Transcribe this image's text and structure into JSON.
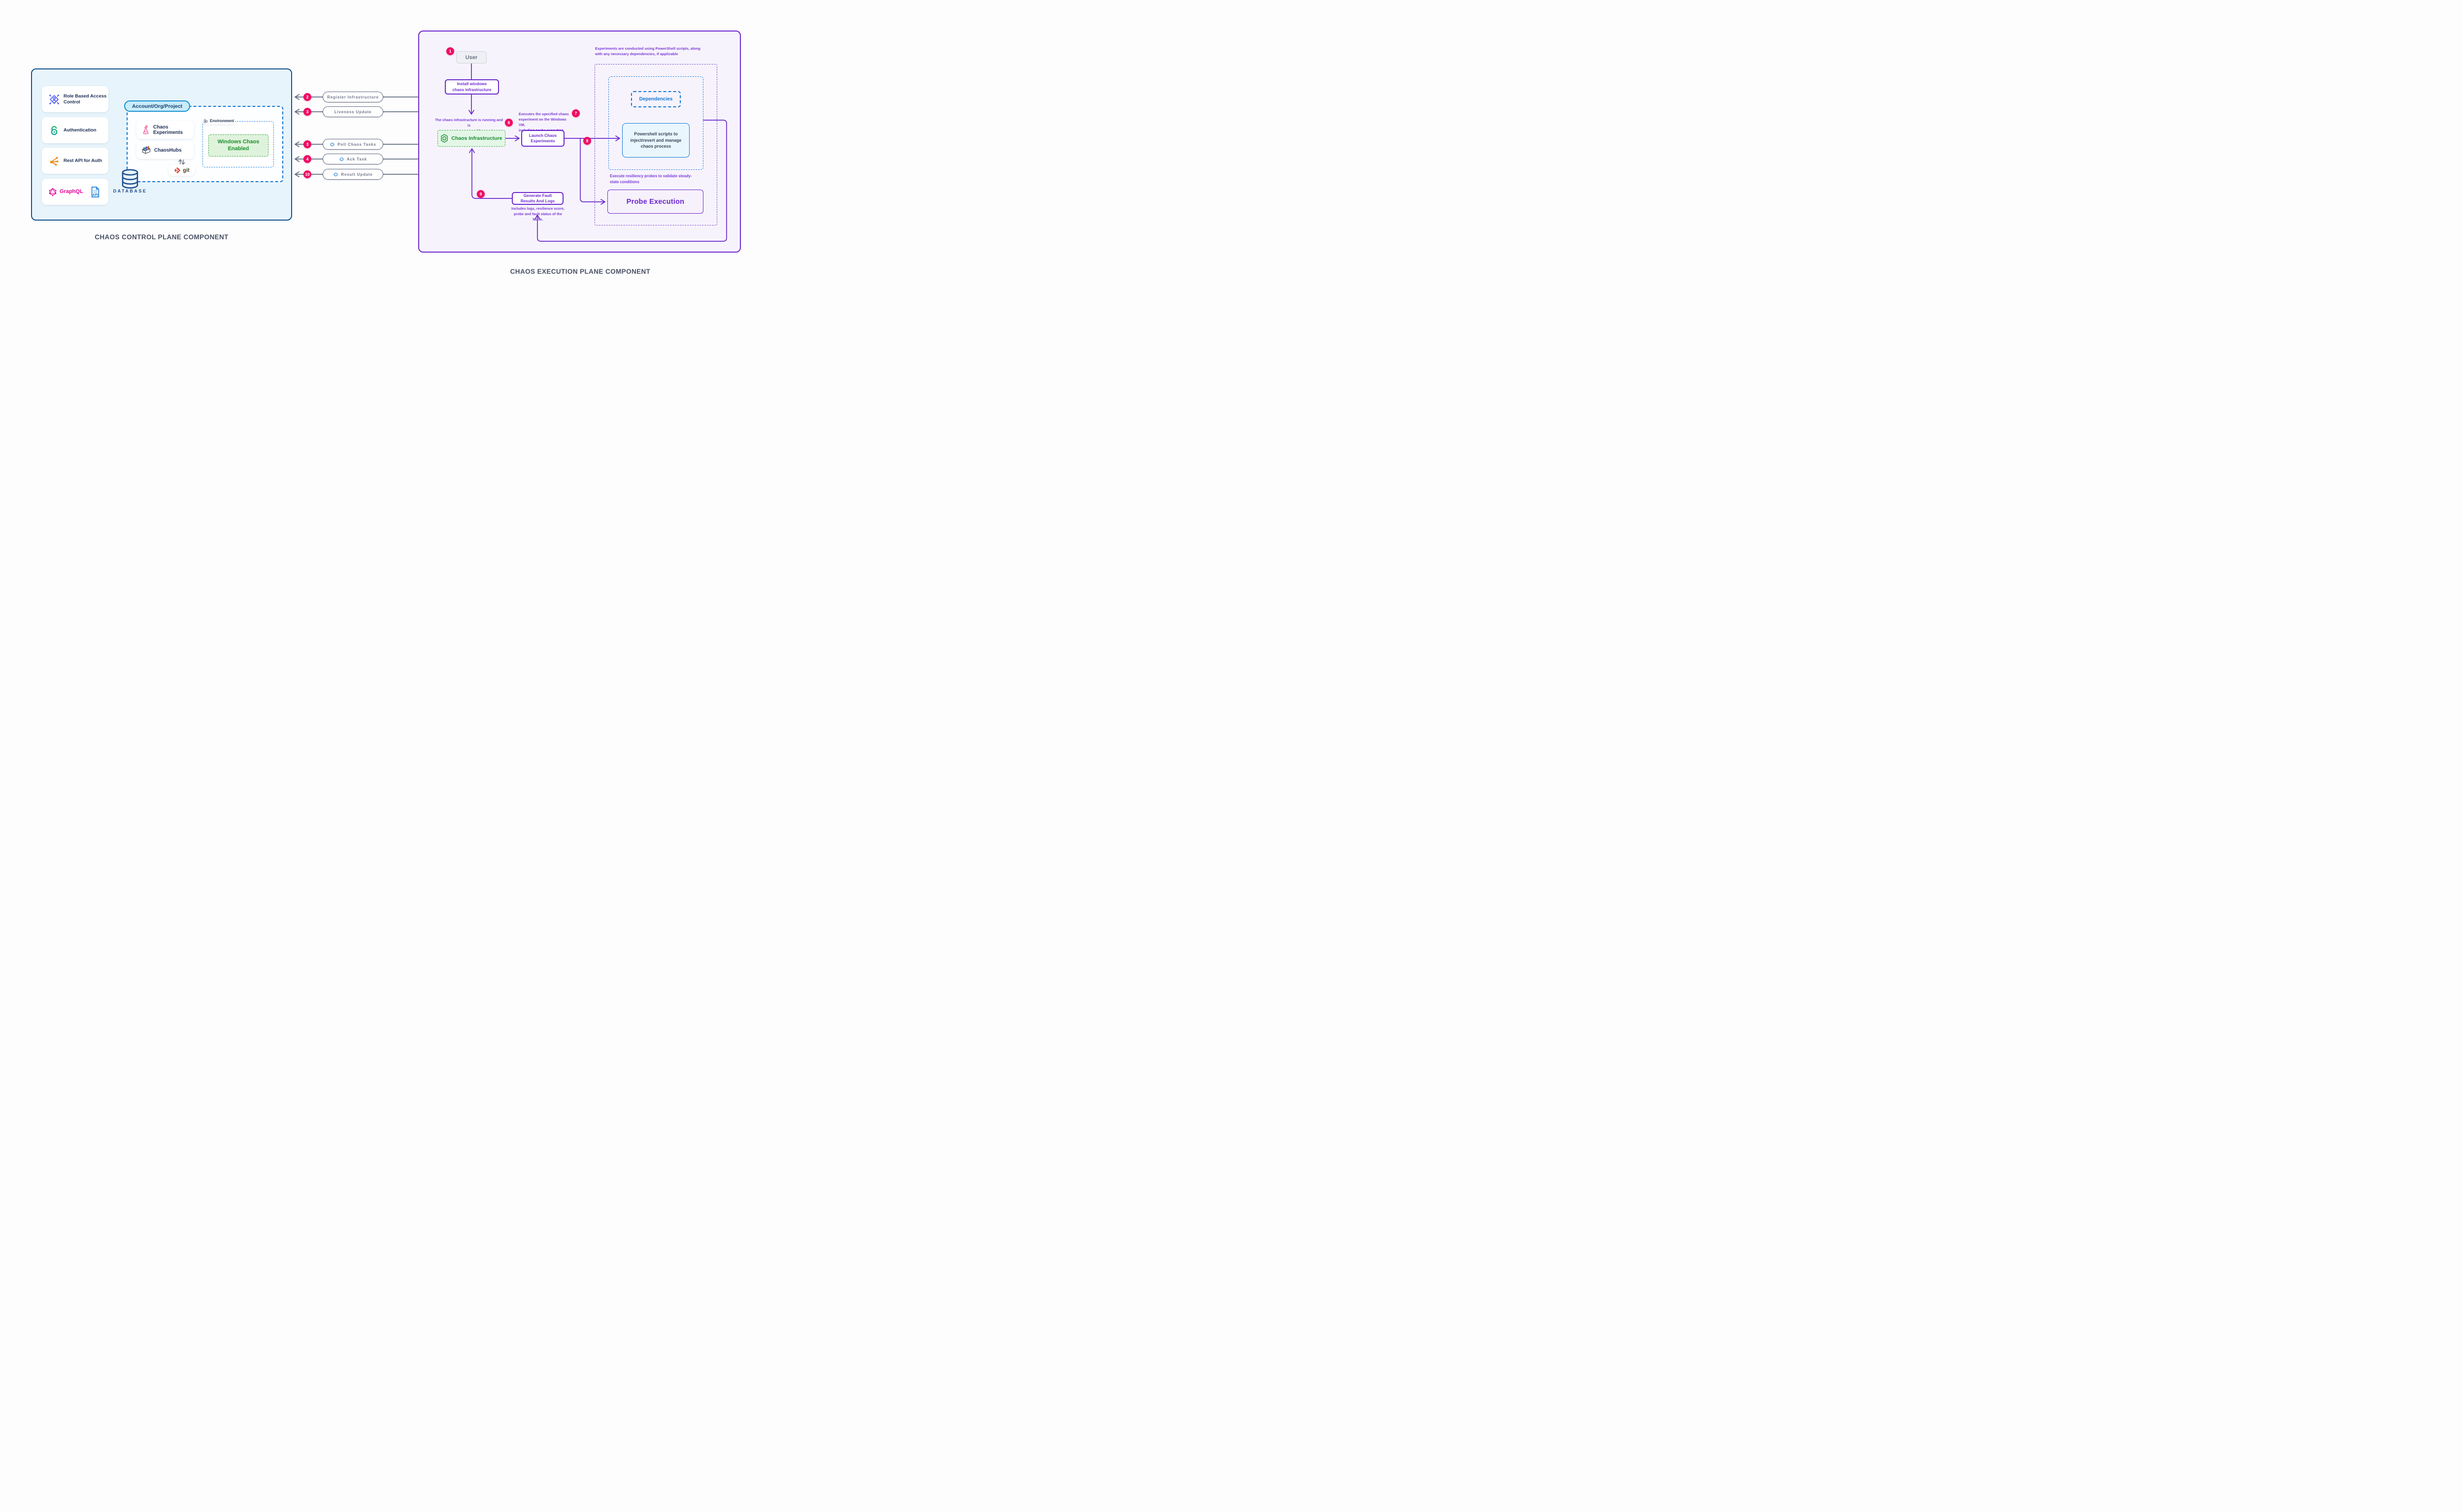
{
  "colors": {
    "accent_purple": "#6d28ce",
    "accent_pink": "#ef0e63",
    "accent_blue": "#1278d4",
    "accent_green": "#1d8e2d",
    "line_gray": "#646c82",
    "panel_left_bg": "#e7f4fb",
    "panel_left_border": "#15508d",
    "panel_right_bg": "#f7f3fc",
    "navy": "#1e2f55"
  },
  "titles": {
    "control": "CHAOS CONTROL PLANE COMPONENT",
    "execution": "CHAOS EXECUTION PLANE COMPONENT"
  },
  "control_plane": {
    "cards": [
      {
        "label": "Role Based Access Control",
        "icon": "rbac-icon"
      },
      {
        "label": "Authentication",
        "icon": "auth-icon"
      },
      {
        "label": "Rest API for Auth",
        "icon": "rest-api-icon"
      },
      {
        "label": "GraphQL",
        "icon": "graphql-icon"
      }
    ],
    "api_badge": "API",
    "account_pill": "Account/Org/Project",
    "chaos_experiments": "Chaos Experiments",
    "chaoshubs": "ChaosHubs",
    "git_label": "git",
    "environment_label": "Environment",
    "windows_chaos": "Windows Chaos\nEnabled",
    "database_label": "DATABASE"
  },
  "connectors": [
    {
      "num": "2",
      "label": "Register Infrastructure"
    },
    {
      "num": "3",
      "label": "Liveness Update"
    },
    {
      "num": "3",
      "label": "Poll Chaos Tasks"
    },
    {
      "num": "4",
      "label": "Ack Task"
    },
    {
      "num": "10",
      "label": "Result Update"
    }
  ],
  "execution_plane": {
    "step1": "1",
    "user": "User",
    "install": "Install windows\nchaos infrastructure",
    "running_note": "The chaos infrastructure is running and is\nas a service managed by service manager",
    "step6": "6",
    "chaos_infrastructure": "Chaos Infrastructure",
    "executes_note": "Executes the specified chaos\nexperiment on the Windows VM,\nincluding probe execution",
    "step7": "7",
    "launch": "Launch Chaos\nExperiments",
    "step8": "8",
    "powershell_note": "Experiments are conducted using PowerShell scripts, along\nwith any necessary dependencies, if applicable",
    "dependencies": "Dependencies",
    "powershell_box": "Powershell scripts to\ninject/revert and manage\nchaos process",
    "probe_note": "Execute resiliency probes to validate steady-\nstate conditions",
    "probe_execution": "Probe Execution",
    "step9": "9",
    "generate": "Generate Fault\nResults And Logs",
    "includes_note": "Includes logs, resilience score,\nprobe and fault status of the faults."
  }
}
